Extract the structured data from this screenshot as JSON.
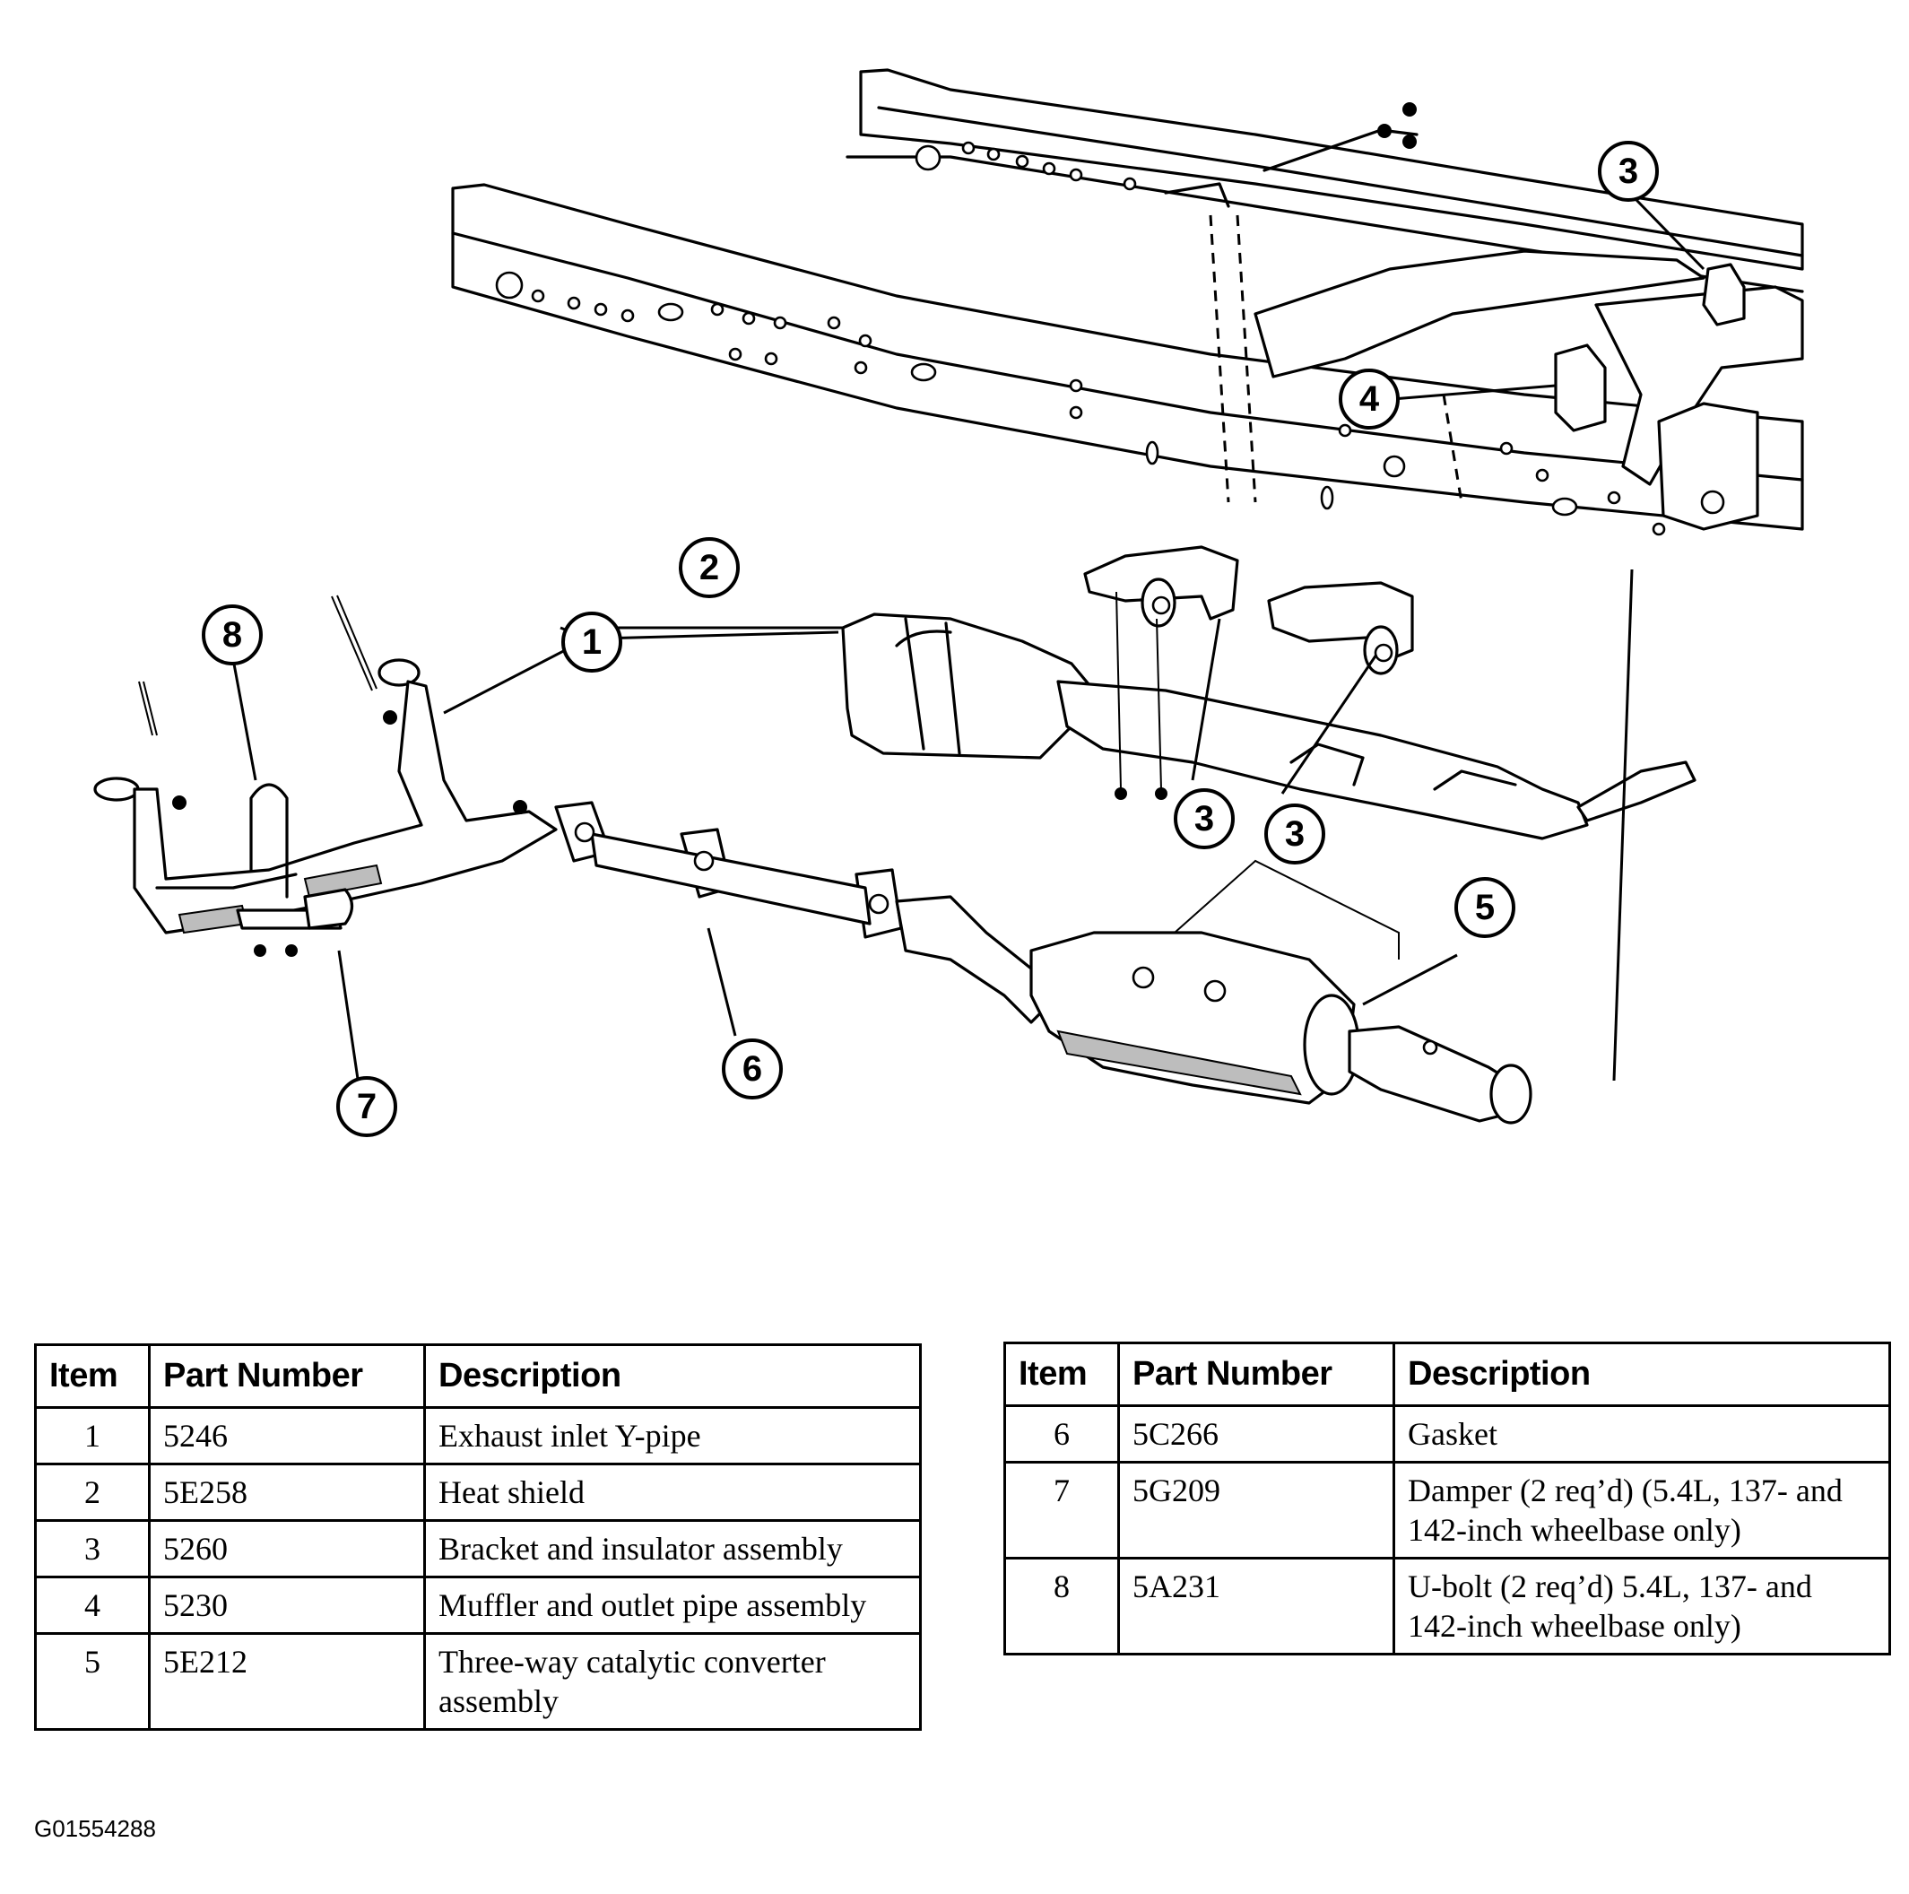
{
  "diagram": {
    "callouts": [
      {
        "label": "1",
        "name": "callout-1"
      },
      {
        "label": "2",
        "name": "callout-2"
      },
      {
        "label": "3",
        "name": "callout-3-frame"
      },
      {
        "label": "3",
        "name": "callout-3-left"
      },
      {
        "label": "3",
        "name": "callout-3-right"
      },
      {
        "label": "4",
        "name": "callout-4"
      },
      {
        "label": "5",
        "name": "callout-5"
      },
      {
        "label": "6",
        "name": "callout-6"
      },
      {
        "label": "7",
        "name": "callout-7"
      },
      {
        "label": "8",
        "name": "callout-8"
      }
    ]
  },
  "table": {
    "headers": {
      "item": "Item",
      "part_number": "Part Number",
      "description": "Description"
    },
    "left_rows": [
      {
        "item": "1",
        "part_number": "5246",
        "description": "Exhaust inlet Y-pipe"
      },
      {
        "item": "2",
        "part_number": "5E258",
        "description": "Heat shield"
      },
      {
        "item": "3",
        "part_number": "5260",
        "description": "Bracket and insulator assembly"
      },
      {
        "item": "4",
        "part_number": "5230",
        "description": "Muffler and outlet pipe assembly"
      },
      {
        "item": "5",
        "part_number": "5E212",
        "description": "Three-way catalytic converter assembly"
      }
    ],
    "right_rows": [
      {
        "item": "6",
        "part_number": "5C266",
        "description": "Gasket"
      },
      {
        "item": "7",
        "part_number": "5G209",
        "description": "Damper (2 req’d) (5.4L, 137- and 142-inch wheelbase only)"
      },
      {
        "item": "8",
        "part_number": "5A231",
        "description": "U-bolt (2 req’d) 5.4L, 137- and 142-inch wheelbase only)"
      }
    ]
  },
  "figure_code": "G01554288"
}
